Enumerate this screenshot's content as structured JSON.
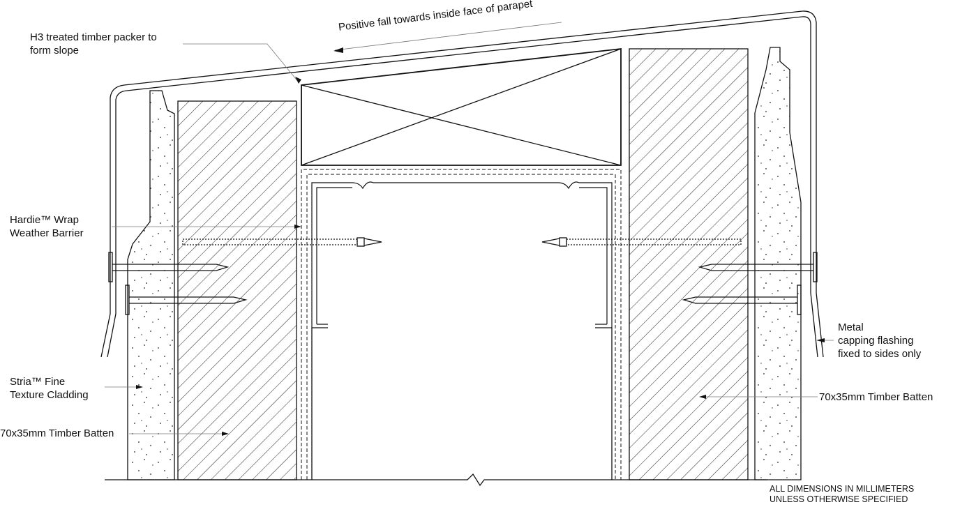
{
  "labels": {
    "packer": [
      "H3 treated timber packer to",
      "form slope"
    ],
    "fall": "Positive fall towards inside face of parapet",
    "wrap": [
      "Hardie™ Wrap",
      "Weather Barrier"
    ],
    "cladding": [
      "Stria™ Fine",
      "Texture Cladding"
    ],
    "batten_left": "70x35mm Timber Batten",
    "batten_right": "70x35mm Timber Batten",
    "flashing": [
      "Metal",
      "capping flashing",
      "fixed to sides only"
    ]
  },
  "note": [
    "ALL DIMENSIONS IN MILLIMETERS",
    "UNLESS OTHERWISE SPECIFIED"
  ],
  "colors": {
    "line": "#111111",
    "leader": "#777777",
    "background": "#ffffff"
  }
}
